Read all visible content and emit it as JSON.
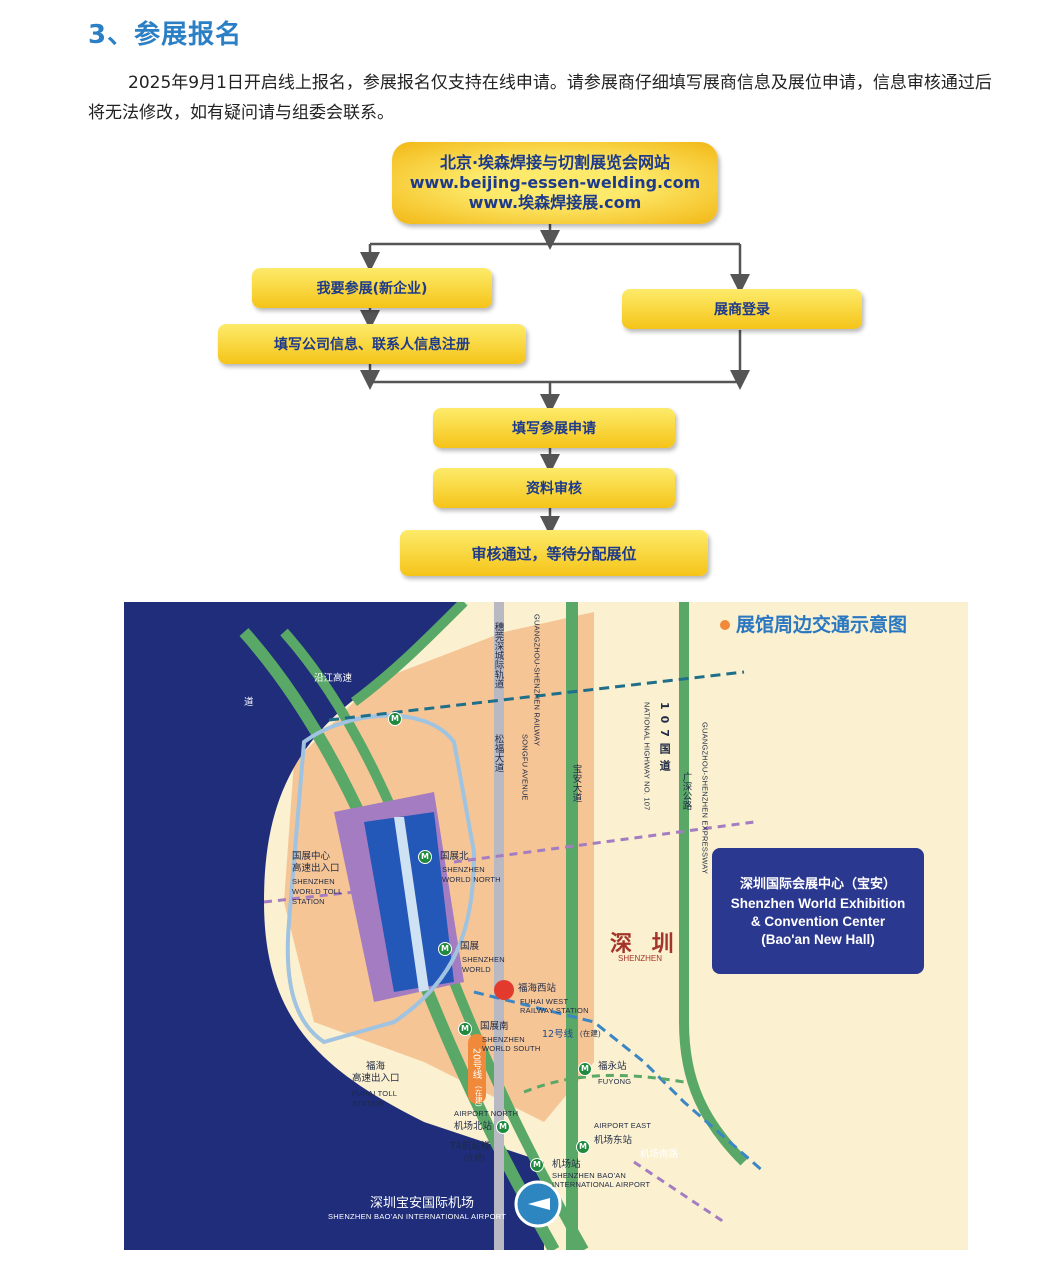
{
  "section_title": "3、参展报名",
  "intro_text": "2025年9月1日开启线上报名，参展报名仅支持在线申请。请参展商仔细填写展商信息及展位申请，信息审核通过后将无法修改，如有疑问请与组委会联系。",
  "flow": {
    "top": {
      "line1": "北京·埃森焊接与切割展览会网站",
      "line2": "www.beijing-essen-welding.com",
      "line3": "www.埃森焊接展.com"
    },
    "new_exhibitor": "我要参展(新企业)",
    "fill_company": "填写公司信息、联系人信息注册",
    "login": "展商登录",
    "apply": "填写参展申请",
    "review": "资料审核",
    "approved": "审核通过，等待分配展位"
  },
  "map": {
    "title": "展馆周边交通示意图",
    "callout_cn": "深圳国际会展中心（宝安）",
    "callout_en_1": "Shenzhen World Exhibition",
    "callout_en_2": "& Convention Center",
    "callout_en_3": "(Bao'an New Hall)",
    "city_cn": "深 圳",
    "city_en": "SHENZHEN",
    "airport_cn": "深圳宝安国际机场",
    "airport_en": "SHENZHEN BAO'AN INTERNATIONAL AIRPORT",
    "roads": {
      "railway_cn": "穗莞深城际轨道",
      "railway_en": "GUANGZHOU-SHENZHEN RAILWAY",
      "songfu_cn": "松福大道",
      "songfu_en": "SONGFU AVENUE",
      "baoan_cn": "宝安大道",
      "g107_cn": "107国道",
      "g107_en": "NATIONAL HIGHWAY NO. 107",
      "guangshen_cn": "广深公路",
      "guangshen_en": "GUANGZHOU-SHENZHEN EXPRESSWAY",
      "coast_cn": "道",
      "coast2_cn": "沿江高速",
      "airport_road_cn": "机场南路"
    },
    "stations": {
      "world_north_cn": "国展北",
      "world_north_en_1": "SHENZHEN",
      "world_north_en_2": "WORLD NORTH",
      "world_cn": "国展",
      "world_en_1": "SHENZHEN",
      "world_en_2": "WORLD",
      "world_south_cn": "国展南",
      "world_south_en_1": "SHENZHEN",
      "world_south_en_2": "WORLD SOUTH",
      "fuhai_west_cn": "福海西站",
      "fuhai_west_en_1": "FUHAI WEST",
      "fuhai_west_en_2": "RAILWAY STATION",
      "fuyong_cn": "福永站",
      "fuyong_en": "FUYONG",
      "airport_north_en": "AIRPORT NORTH",
      "airport_north_cn": "机场北站",
      "t4_cn": "T4航站楼",
      "t4_sub": "(在建)",
      "airport_east_en": "AIRPORT EAST",
      "airport_east_cn": "机场东站",
      "airport_station_cn": "机场站",
      "airport_station_en_1": "SHENZHEN BAO'AN",
      "airport_station_en_2": "INTERNATIONAL AIRPORT",
      "toll_cn_1": "国展中心",
      "toll_cn_2": "高速出入口",
      "toll_en_1": "SHENZHEN",
      "toll_en_2": "WORLD TOLL",
      "toll_en_3": "STATION",
      "fuhai_toll_cn_1": "福海",
      "fuhai_toll_cn_2": "高速出入口",
      "fuhai_toll_en_1": "FUHAI TOLL",
      "fuhai_toll_en_2": "STATION",
      "line12": "12号线",
      "line12_sub": "(在建)",
      "line20": "20号线",
      "line20_sub": "(在建)"
    },
    "colors": {
      "land": "#f6c596",
      "water": "#1f2d7a",
      "road": "#5aa867",
      "hall": "#a47cc2",
      "metro": "#1f8a3b"
    }
  }
}
